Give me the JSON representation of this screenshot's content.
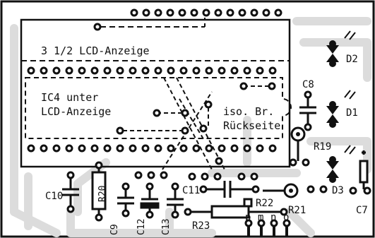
{
  "title": "3 1/2 LCD-Anzeige",
  "ic_label_line1": "IC4 unter",
  "ic_label_line2": "LCD-Anzeige",
  "bridge_line1": "iso. Br.",
  "bridge_line2": "Rückseite",
  "components": {
    "d1": "D1",
    "d2": "D2",
    "d3": "D3",
    "c7": "C7",
    "c8": "C8",
    "c9": "C9",
    "c10": "C10",
    "c11": "C11",
    "c12": "C12",
    "c13": "C13",
    "r19": "R19",
    "r20": "R20",
    "r21": "R21",
    "r22": "R22",
    "r23": "R23"
  },
  "connectors": {
    "p": "p",
    "m": "m",
    "n": "n",
    "o": "o"
  },
  "colors": {
    "ink": "#111111",
    "trace": "#e6e6e6",
    "trace_edge": "#d2d2d2",
    "paper": "#ffffff"
  }
}
